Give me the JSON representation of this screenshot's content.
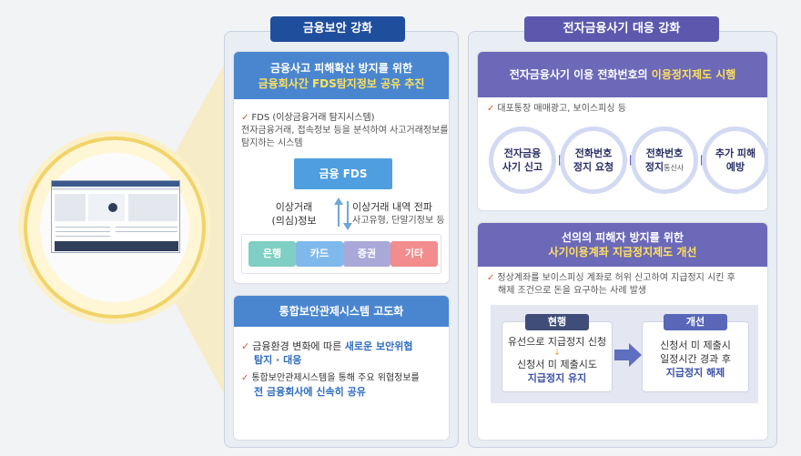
{
  "left_panel": {
    "tab": "금융보안 강화",
    "card1": {
      "title_line1": "금융사고 피해확산 방지를 위한",
      "title_line2": "금융회사간 FDS탐지정보 공유 추진",
      "bullet_title": "FDS (이상금융거래 탐지시스템)",
      "bullet_body_line1": "전자금융거래, 접속정보 등을 분석하여 사고거래정보를",
      "bullet_body_line2": "탐지하는 시스템",
      "fds_label": "금융 FDS",
      "left_note_line1": "이상거래",
      "left_note_line2": "(의심)정보",
      "right_note_line1": "이상거래 내역 전파",
      "right_note_line2": "사고유형, 단말기정보 등",
      "orgs": [
        {
          "label": "은행",
          "color": "#7fcfc4"
        },
        {
          "label": "카드",
          "color": "#7fb9ec"
        },
        {
          "label": "증권",
          "color": "#a9a8d9"
        },
        {
          "label": "기타",
          "color": "#f38c8c"
        }
      ]
    },
    "card2": {
      "title": "통합보안관제시스템 고도화",
      "item1_plain": "금융환경 변화에 따른 ",
      "item1_accent": "새로운 보안위협",
      "item1_line2": "탐지 · 대응",
      "item2_line1": "통합보안관제시스템을 통해 주요 위협정보를",
      "item2_accent": "전 금융회사에 신속히 공유"
    }
  },
  "right_panel": {
    "tab": "전자금융사기 대응 강화",
    "card1": {
      "title_plain": "전자금융사기 이용 전화번호의 ",
      "title_accent": "이용정지제도 시행",
      "bullet": "대포통장 매매광고, 보이스피싱 등",
      "steps": [
        {
          "line1": "전자금융",
          "line2": "사기 신고",
          "small": ""
        },
        {
          "line1": "전화번호",
          "line2": "정지 요청",
          "small": ""
        },
        {
          "line1": "전화번호",
          "line2": "정지",
          "small": "통신사"
        },
        {
          "line1": "추가 피해",
          "line2": "예방",
          "small": ""
        }
      ]
    },
    "card2": {
      "title_line1": "선의의 피해자 방지를 위한",
      "title_line2": "사기이용계좌 지급정지제도 개선",
      "bullet_line1": "정상계좌를 보이스피싱 계좌로 허위 신고하여 지급정지 시킨 후",
      "bullet_line2": "해제 조건으로 돈을 요구하는 사례 발생",
      "current_label": "현행",
      "current_line1": "유선으로 지급정지 신청",
      "current_line2": "신청서 미 제출시도",
      "current_accent": "지급정지 유지",
      "improved_label": "개선",
      "improved_line1": "신청서 미 제출시",
      "improved_line2": "일정시간 경과 후",
      "improved_accent": "지급정지 해제"
    }
  },
  "colors": {
    "left_tab": "#1f4e9c",
    "right_tab": "#5b58ad",
    "left_head": "#4a86cf",
    "right_head": "#6c69b8",
    "title_accent": "#ffe15c"
  }
}
